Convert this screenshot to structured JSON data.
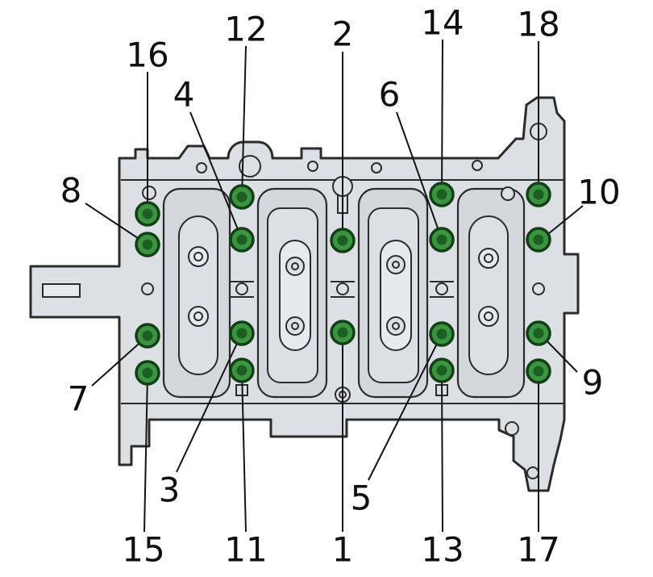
{
  "colors": {
    "bolt_fill": "#3a9440",
    "bolt_center": "#1c5f22",
    "bolt_outline": "#123f15",
    "block_fill": "#dcdfe4",
    "line_color": "#2b2b2b"
  },
  "callouts": [
    {
      "label": "1"
    },
    {
      "label": "2"
    },
    {
      "label": "3"
    },
    {
      "label": "4"
    },
    {
      "label": "5"
    },
    {
      "label": "6"
    },
    {
      "label": "7"
    },
    {
      "label": "8"
    },
    {
      "label": "9"
    },
    {
      "label": "10"
    },
    {
      "label": "11"
    },
    {
      "label": "12"
    },
    {
      "label": "13"
    },
    {
      "label": "14"
    },
    {
      "label": "15"
    },
    {
      "label": "16"
    },
    {
      "label": "17"
    },
    {
      "label": "18"
    }
  ]
}
